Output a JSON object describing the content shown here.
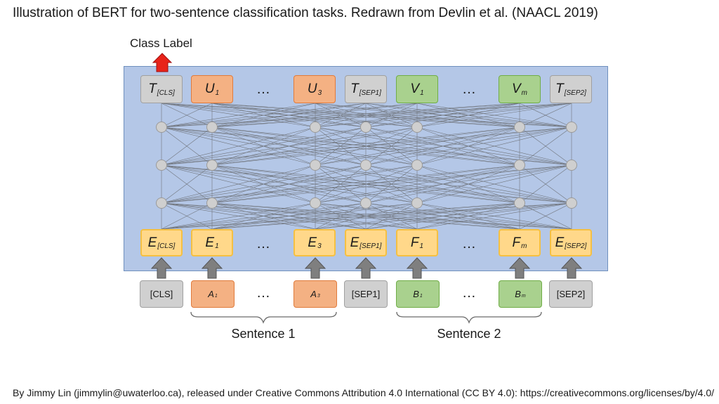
{
  "title": "Illustration of BERT for two-sentence classification tasks. Redrawn from Devlin et al. (NAACL 2019)",
  "class_label": "Class Label",
  "ellipsis": "…",
  "outputs": [
    {
      "main": "T",
      "sub": "[CLS]",
      "color": "#d0d0d0"
    },
    {
      "main": "U",
      "sub": "1",
      "color": "#f4b183"
    },
    {
      "main": "U",
      "sub": "3",
      "color": "#f4b183"
    },
    {
      "main": "T",
      "sub": "[SEP1]",
      "color": "#d0d0d0"
    },
    {
      "main": "V",
      "sub": "1",
      "color": "#a9d18e"
    },
    {
      "main": "V",
      "sub": "m",
      "color": "#a9d18e"
    },
    {
      "main": "T",
      "sub": "[SEP2]",
      "color": "#d0d0d0"
    }
  ],
  "embeddings": [
    {
      "main": "E",
      "sub": "[CLS]"
    },
    {
      "main": "E",
      "sub": "1"
    },
    {
      "main": "E",
      "sub": "3"
    },
    {
      "main": "E",
      "sub": "[SEP1]"
    },
    {
      "main": "F",
      "sub": "1"
    },
    {
      "main": "F",
      "sub": "m"
    },
    {
      "main": "E",
      "sub": "[SEP2]"
    }
  ],
  "inputs": [
    {
      "main": "[CLS]",
      "sub": ""
    },
    {
      "main": "A",
      "sub": "1"
    },
    {
      "main": "A",
      "sub": "3"
    },
    {
      "main": "[SEP1]",
      "sub": ""
    },
    {
      "main": "B",
      "sub": "1"
    },
    {
      "main": "B",
      "sub": "m"
    },
    {
      "main": "[SEP2]",
      "sub": ""
    }
  ],
  "sentence_1": "Sentence 1",
  "sentence_2": "Sentence 2",
  "footer": "By Jimmy Lin (jimmylin@uwaterloo.ca), released under Creative Commons Attribution 4.0 International (CC BY 4.0): https://creativecommons.org/licenses/by/4.0/",
  "colors": {
    "panel": "#b4c7e7",
    "gray": "#d0d0d0",
    "orange": "#f4b183",
    "green": "#a9d18e",
    "embedding": "#ffd88a",
    "class_arrow": "#e8231a",
    "input_arrow": "#7f7f7f"
  }
}
